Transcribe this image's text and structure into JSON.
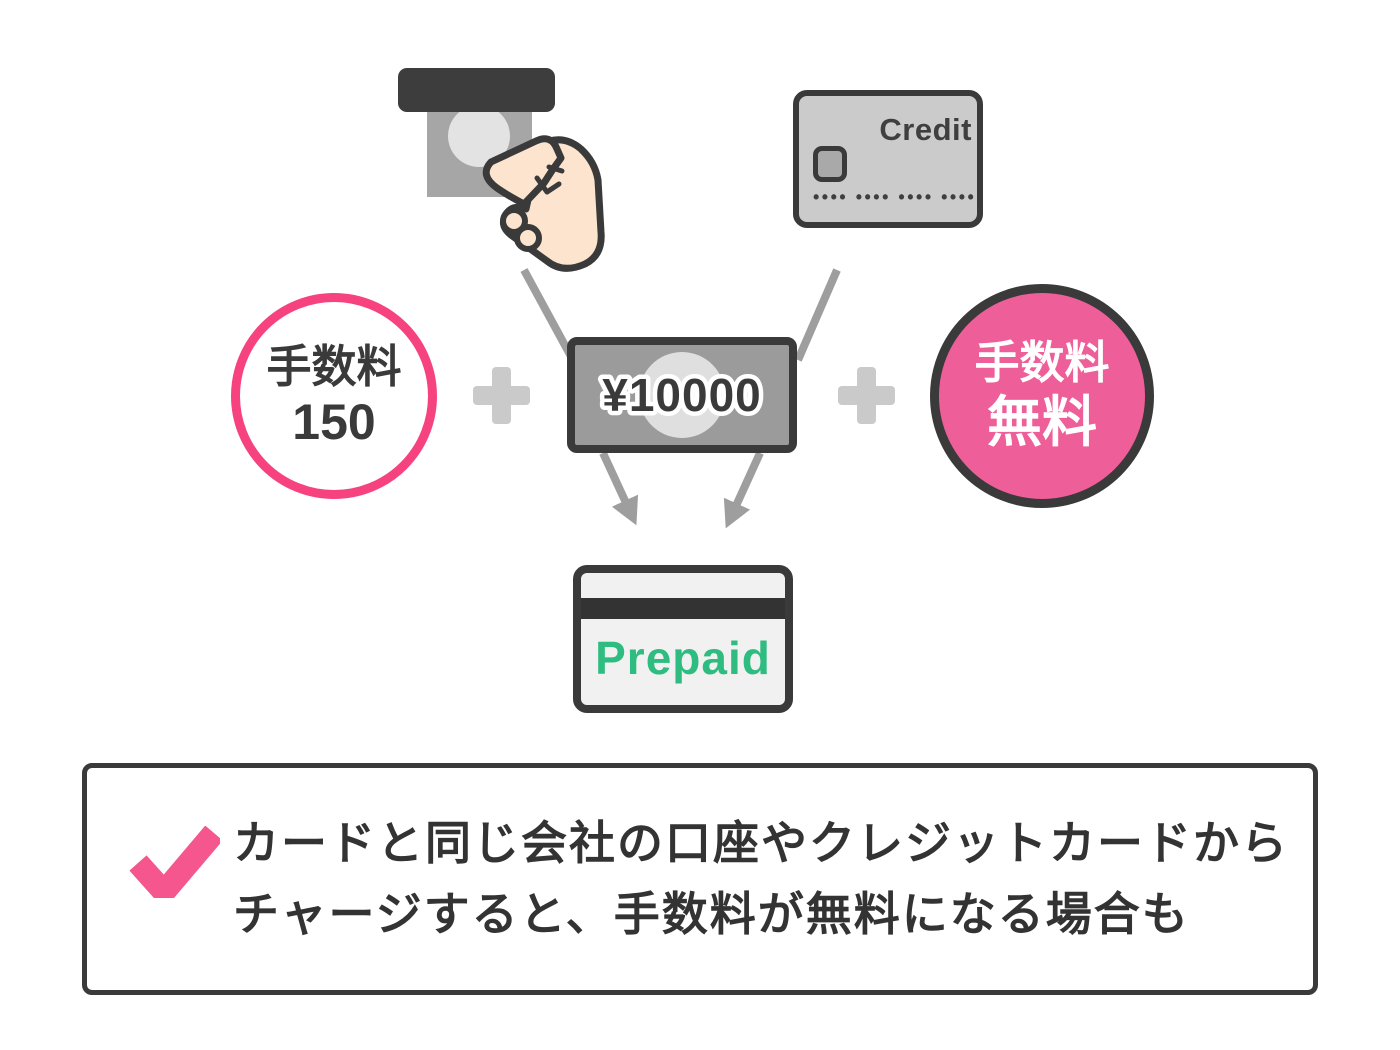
{
  "colors": {
    "accent_pink_border": "#f6437f",
    "accent_pink_fill": "#ee5f9a",
    "checkmark_pink": "#f4568d",
    "prepaid_green": "#2ebc81",
    "outline_dark": "#3a3a3a",
    "arrow_gray": "#9e9e9e",
    "plus_gray": "#cacaca"
  },
  "credit_card": {
    "label": "Credit",
    "number_dots": "•••• •••• •••• ••••"
  },
  "fee_atm_badge": {
    "line1": "手数料",
    "line2": "150"
  },
  "fee_credit_badge": {
    "line1": "手数料",
    "line2": "無料"
  },
  "banknote": {
    "amount": "¥10000"
  },
  "prepaid_card": {
    "label": "Prepaid"
  },
  "note_box": {
    "line1": "カードと同じ会社の口座やクレジットカードから",
    "line2": "チャージすると、手数料が無料になる場合も"
  }
}
